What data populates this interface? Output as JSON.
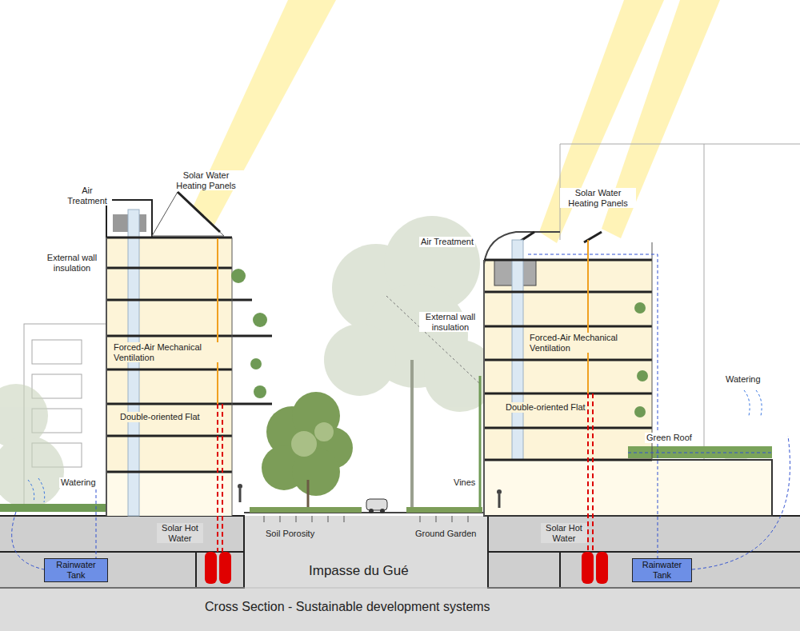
{
  "diagram": {
    "caption": "Cross Section - Sustainable development systems",
    "nodes": [
      {
        "text": [
          "Rainwater Tank"
        ]
      },
      {
        "text": [
          "Rainwater Tank"
        ]
      }
    ],
    "labels": [
      "Air Treatment",
      "Solar Water Heating Panels",
      "External wall insulation",
      "Forced-Air Mechanical Ventilation",
      "Double-oriented Flat",
      "Watering",
      "Solar Hot Water",
      "Soil Porosity",
      "Impasse du Gué",
      "Solar Water Heating Panels",
      "Air Treatment",
      "External wall insulation",
      "Forced-Air Mechanical Ventilation",
      "Double-oriented Flat",
      "Watering",
      "Green Roof",
      "Vines",
      "Ground Garden",
      "Solar Hot Water"
    ]
  }
}
